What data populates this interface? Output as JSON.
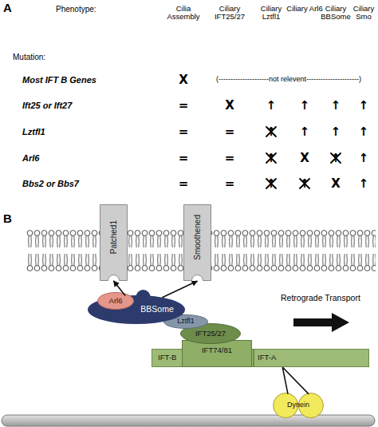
{
  "diagram": {
    "nodes": [
      {
        "text": [
          "Patched1"
        ]
      },
      {
        "text": [
          "Smoothened"
        ]
      },
      {
        "text": [
          "BBSome"
        ]
      },
      {
        "text": [
          "Arl6"
        ],
        "in": 2
      },
      {
        "text": [
          "Lztfl1"
        ]
      },
      {
        "text": [
          "IFT25/27"
        ]
      },
      {
        "text": [
          "IFT74/81"
        ]
      },
      {
        "text": [
          "IFT-B"
        ]
      },
      {
        "text": [
          "IFT-A"
        ]
      },
      {
        "text": [
          "Dynein"
        ]
      }
    ],
    "edges": [
      {
        "from": 2,
        "to": 0,
        "arrow": "to"
      },
      {
        "from": 2,
        "to": 1,
        "arrow": "to"
      },
      {
        "from": 8,
        "to": 9,
        "arrow": "none"
      }
    ],
    "labels": [
      "A",
      "Phenotype:",
      "Cilia Assembly",
      "Ciliary IFT25/27",
      "Ciliary Lztfl1",
      "Ciliary Arl6",
      "Ciliary BBSome",
      "Ciliary Smo",
      "Mutation:",
      "Most IFT B Genes",
      "X",
      "(---------------------not relevent----------------------)",
      "Ift25 or Ift27",
      "=",
      "X",
      "↑",
      "↑",
      "↑",
      "↑",
      "Lztfl1",
      "=",
      "=",
      "↑",
      "↑",
      "↑",
      "↑",
      "Arl6",
      "=",
      "=",
      "↑",
      "X",
      "↑",
      "↑",
      "Bbs2 or Bbs7",
      "=",
      "=",
      "↑",
      "↑",
      "X",
      "↑",
      "B",
      "Retrograde Transport"
    ]
  }
}
